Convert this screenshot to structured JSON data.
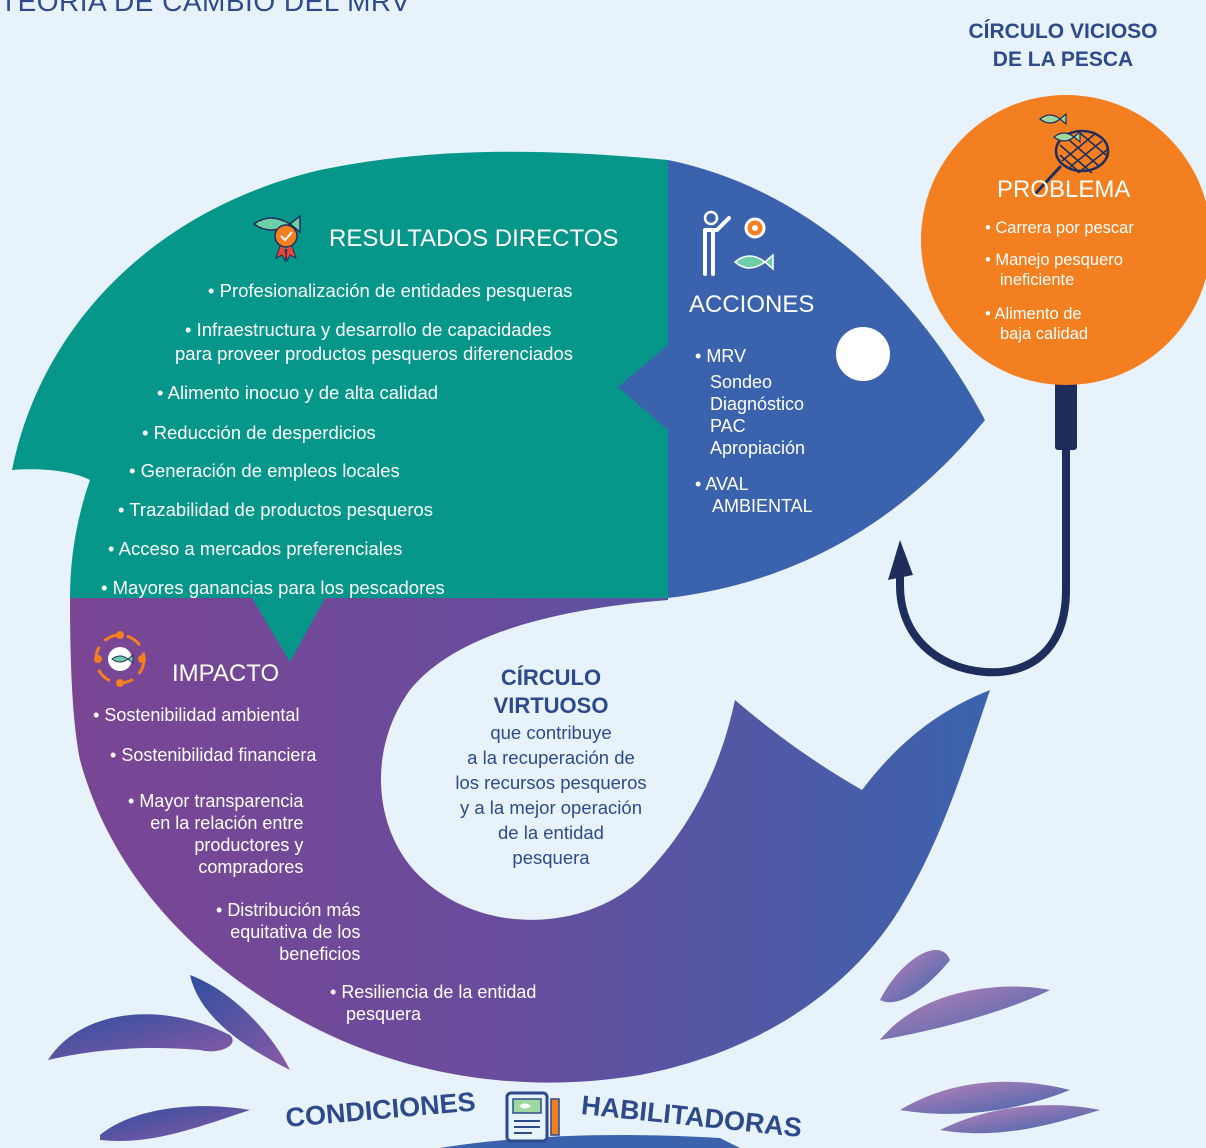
{
  "title": "TEORÍA DE CAMBIO DEL MRV",
  "vicious_circle": {
    "line1": "CÍRCULO VICIOSO",
    "line2": "DE LA PESCA"
  },
  "problem": {
    "heading": "PROBLEMA",
    "items": [
      "Carrera por pescar",
      "Manejo pesquero ineficiente",
      "Alimento de baja calidad"
    ],
    "item2_line1": "Manejo pesquero",
    "item2_line2": "ineficiente",
    "item3_line1": "Alimento de",
    "item3_line2": "baja calidad"
  },
  "actions": {
    "heading": "ACCIONES",
    "item1": "MRV",
    "sub": [
      "Sondeo",
      "Diagnóstico",
      "PAC",
      "Apropiación"
    ],
    "item2_line1": "AVAL",
    "item2_line2": "AMBIENTAL"
  },
  "direct_results": {
    "heading": "RESULTADOS DIRECTOS",
    "items": [
      "Profesionalización de entidades pesqueras",
      "Infraestructura y desarrollo de capacidades",
      "para proveer productos pesqueros diferenciados",
      "Alimento inocuo y de alta calidad",
      "Reducción de desperdicios",
      "Generación de empleos locales",
      "Trazabilidad de productos pesqueros",
      "Acceso a mercados preferenciales",
      "Mayores ganancias para los pescadores"
    ]
  },
  "impact": {
    "heading": "IMPACTO",
    "item1": "Sostenibilidad ambiental",
    "item2": "Sostenibilidad financiera",
    "item3": [
      "Mayor transparencia",
      "en la relación entre",
      "productores y",
      "compradores"
    ],
    "item4": [
      "Distribución más",
      "equitativa de los",
      "beneficios"
    ],
    "item5": [
      "Resiliencia de la entidad",
      "pesquera"
    ]
  },
  "virtuous_circle": {
    "title_line1": "CÍRCULO",
    "title_line2": "VIRTUOSO",
    "body": [
      "que contribuye",
      "a la recuperación de",
      "los recursos pesqueros",
      "y a la mejor operación",
      "de la entidad",
      "pesquera"
    ]
  },
  "enabling_conditions": {
    "left": "CONDICIONES",
    "right": "HABILITADORAS"
  },
  "colors": {
    "teal": "#06968a",
    "blue": "#3b63ad",
    "purple": "#6d4a98",
    "orange": "#f47f20",
    "navy": "#1f2d5c",
    "title": "#2e4a8c"
  }
}
